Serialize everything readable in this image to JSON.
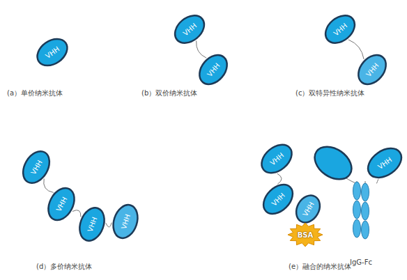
{
  "diagram": {
    "nodes": [
      {
        "text": [
          "VHH"
        ]
      },
      {
        "text": [
          "VHH"
        ]
      },
      {
        "text": [
          "VHH"
        ]
      },
      {
        "text": [
          "VHH"
        ]
      },
      {
        "text": [
          "VHH"
        ]
      },
      {
        "text": [
          "VHH"
        ]
      },
      {
        "text": [
          "VHH"
        ]
      },
      {
        "text": [
          "VHH"
        ]
      },
      {
        "text": [
          "VHH"
        ]
      },
      {
        "text": [
          "VHH"
        ]
      },
      {
        "text": [
          "VHH"
        ]
      },
      {
        "text": [
          "VHH"
        ]
      },
      {
        "text": [
          "BSA"
        ]
      },
      {
        "text": [
          "VHH"
        ]
      },
      {
        "text": [
          "IgG-Fc"
        ]
      }
    ],
    "edges": [
      {
        "from": 1,
        "to": 2,
        "arrow": "none"
      },
      {
        "from": 3,
        "to": 4,
        "arrow": "none"
      },
      {
        "from": 5,
        "to": 6,
        "arrow": "none"
      },
      {
        "from": 6,
        "to": 7,
        "arrow": "none"
      },
      {
        "from": 7,
        "to": 8,
        "arrow": "none"
      },
      {
        "from": 9,
        "to": 10,
        "arrow": "none"
      },
      {
        "from": 13,
        "to": 14,
        "arrow": "none"
      }
    ],
    "labels": [
      "(a）单价纳米抗体",
      "(b）双价纳米抗体",
      "(c）双特异性纳米抗体",
      "(d）多价纳米抗体",
      "(e）融合的纳米抗体"
    ]
  }
}
